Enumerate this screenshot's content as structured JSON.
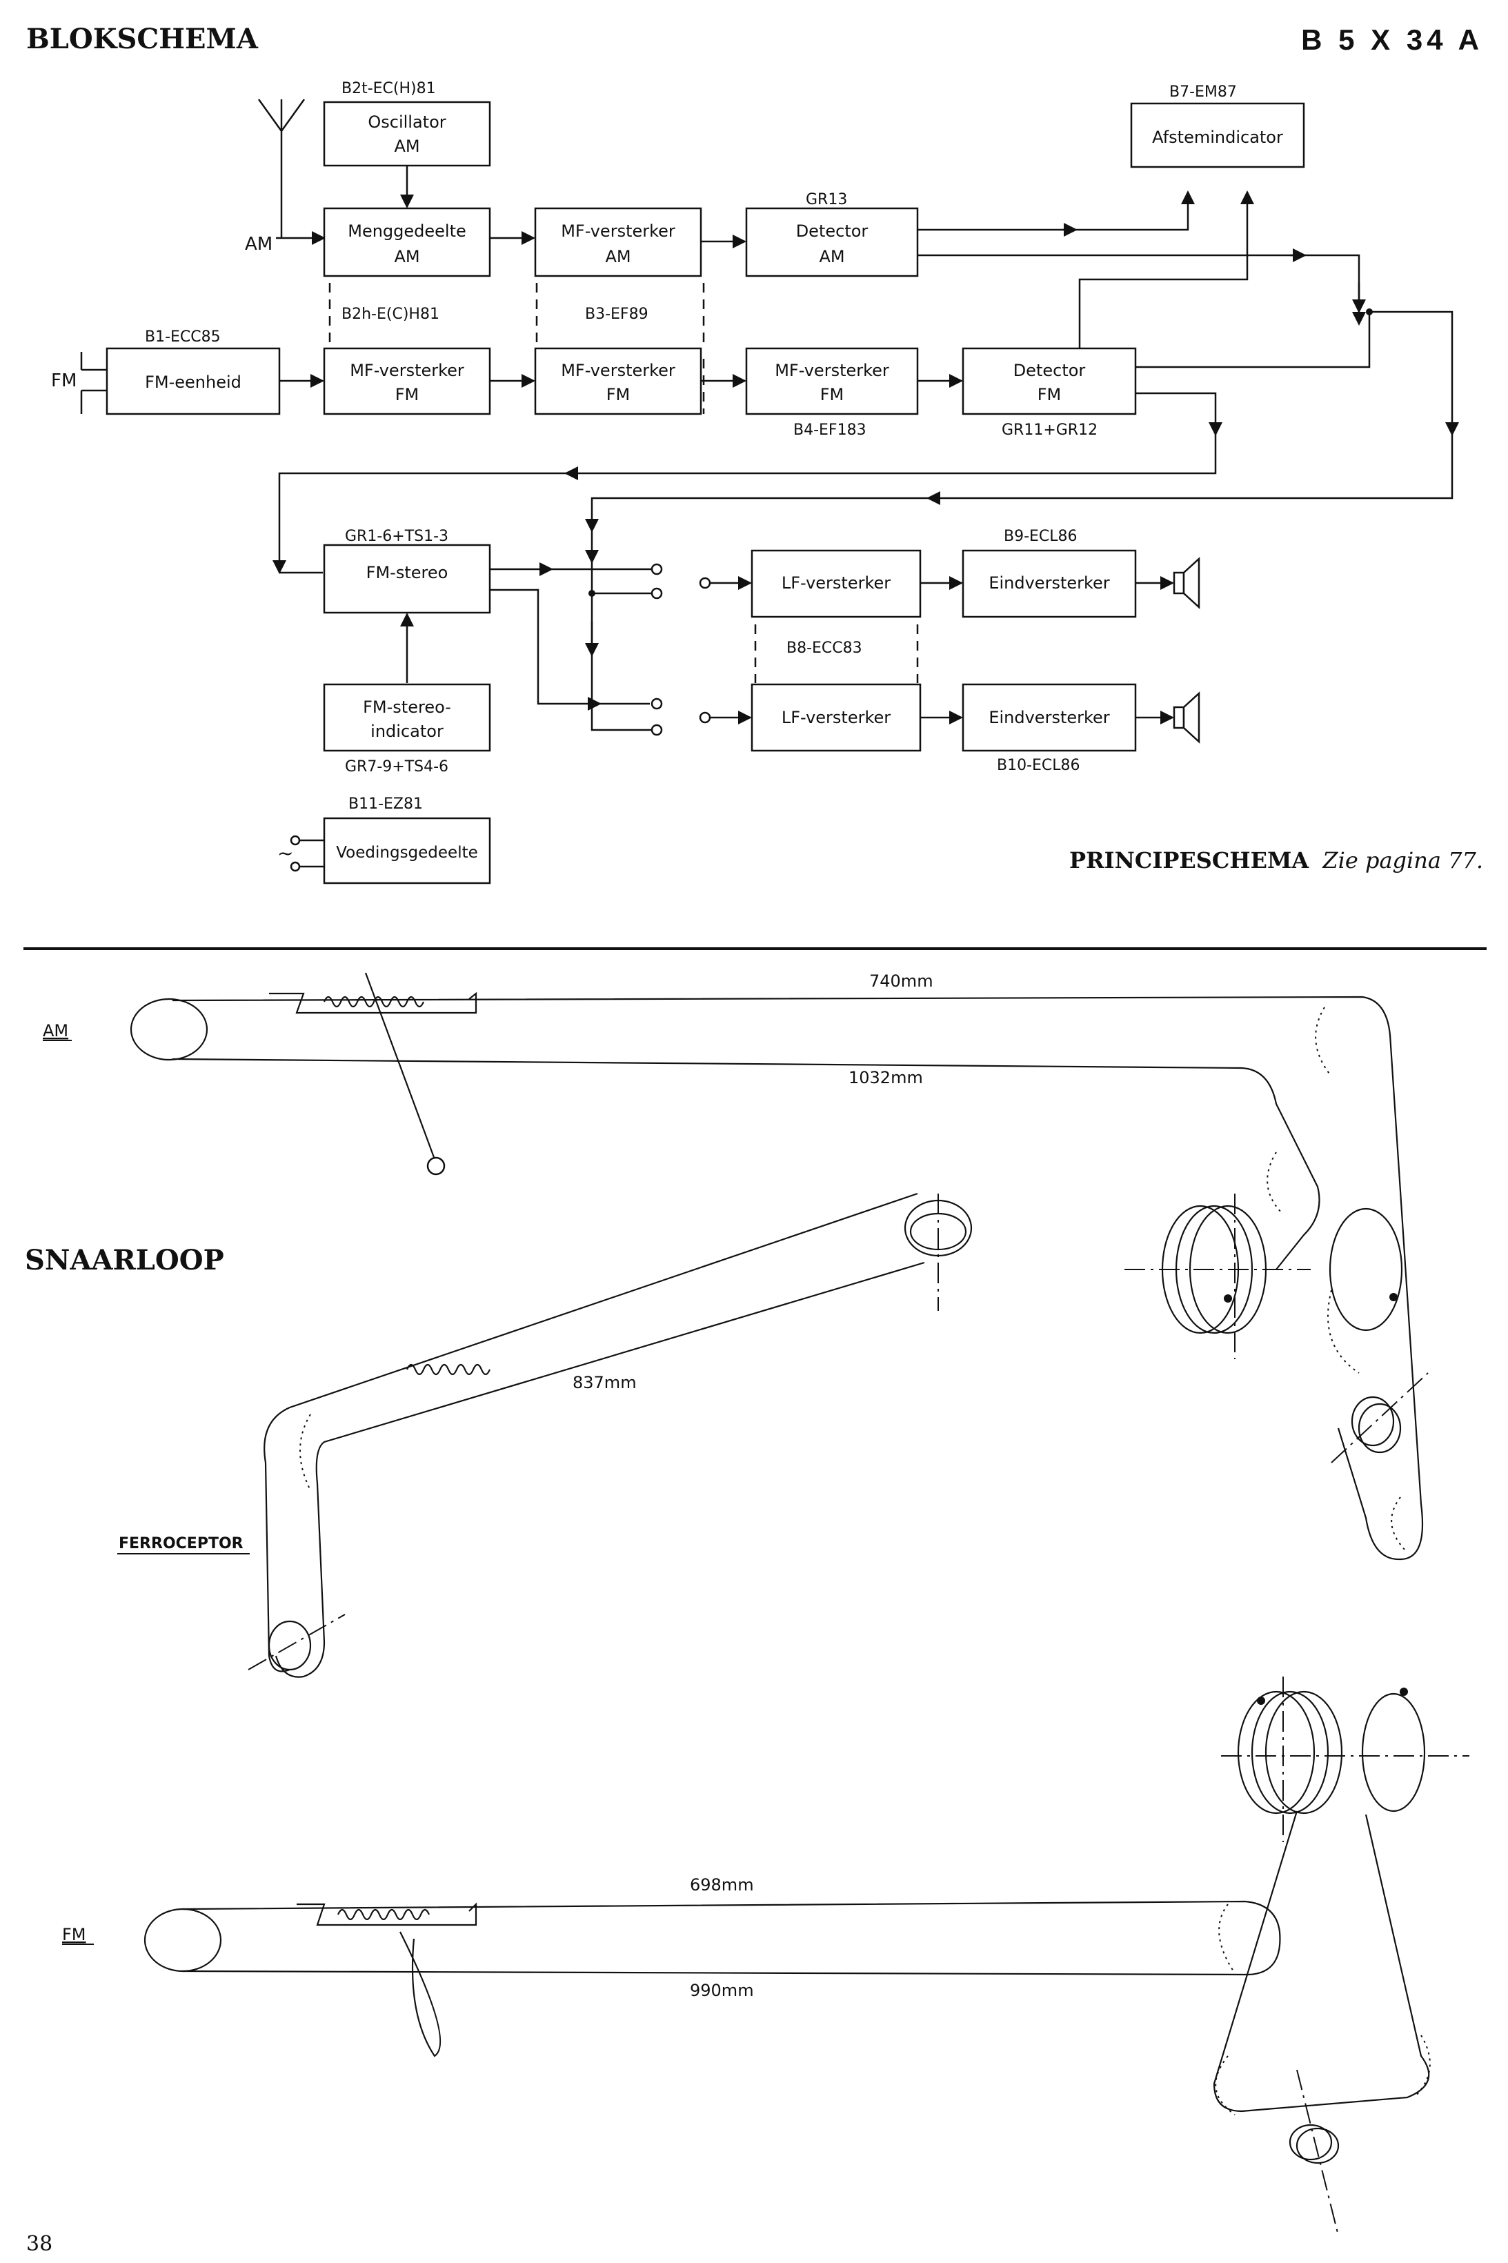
{
  "page": {
    "title": "BLOKSCHEMA",
    "model": "B 5 X 34 A",
    "principle_ref_bold": "PRINCIPESCHEMA",
    "principle_ref_text": "Zie pagina 77.",
    "page_number": "38"
  },
  "block_diagram": {
    "inputs": {
      "am": "AM",
      "fm": "FM"
    },
    "tube_labels": {
      "oscillator": "B2t-EC(H)81",
      "mixer_fm": "B2h-E(C)H81",
      "if_am": "B3-EF89",
      "detector_am": "GR13",
      "tuning_indicator": "B7-EM87",
      "fm_unit": "B1-ECC85",
      "if3_fm": "B4-EF183",
      "detector_fm": "GR11+GR12",
      "stereo": "GR1-6+TS1-3",
      "stereo_indicator": "GR7-9+TS4-6",
      "power_supply": "B11-EZ81",
      "output_top": "B9-ECL86",
      "lf_shared": "B8-ECC83",
      "output_bottom": "B10-ECL86"
    },
    "blocks": {
      "oscillator": [
        "Oscillator",
        "AM"
      ],
      "mixer": [
        "Menggedeelte",
        "AM"
      ],
      "if_am": [
        "MF-versterker",
        "AM"
      ],
      "detector_am": [
        "Detector",
        "AM"
      ],
      "tuning_indicator": [
        "Afstemindicator"
      ],
      "fm_unit": [
        "FM-eenheid"
      ],
      "if1_fm": [
        "MF-versterker",
        "FM"
      ],
      "if2_fm": [
        "MF-versterker",
        "FM"
      ],
      "if3_fm": [
        "MF-versterker",
        "FM"
      ],
      "detector_fm": [
        "Detector",
        "FM"
      ],
      "stereo": [
        "FM-stereo"
      ],
      "stereo_indicator": [
        "FM-stereo-",
        "indicator"
      ],
      "power_supply": [
        "Voedingsgedeelte"
      ],
      "lf_top": [
        "LF-versterker"
      ],
      "output_top": [
        "Eindversterker"
      ],
      "lf_bottom": [
        "LF-versterker"
      ],
      "output_bottom": [
        "Eindversterker"
      ]
    },
    "ac_symbol": "~"
  },
  "dial_cord": {
    "title": "SNAARLOOP",
    "am_label": "AM",
    "ferroceptor_label": "FERROCEPTOR",
    "fm_label": "FM",
    "am_lengths": [
      "740mm",
      "1032mm"
    ],
    "ferroceptor_length": "837mm",
    "fm_lengths": [
      "698mm",
      "990mm"
    ]
  }
}
